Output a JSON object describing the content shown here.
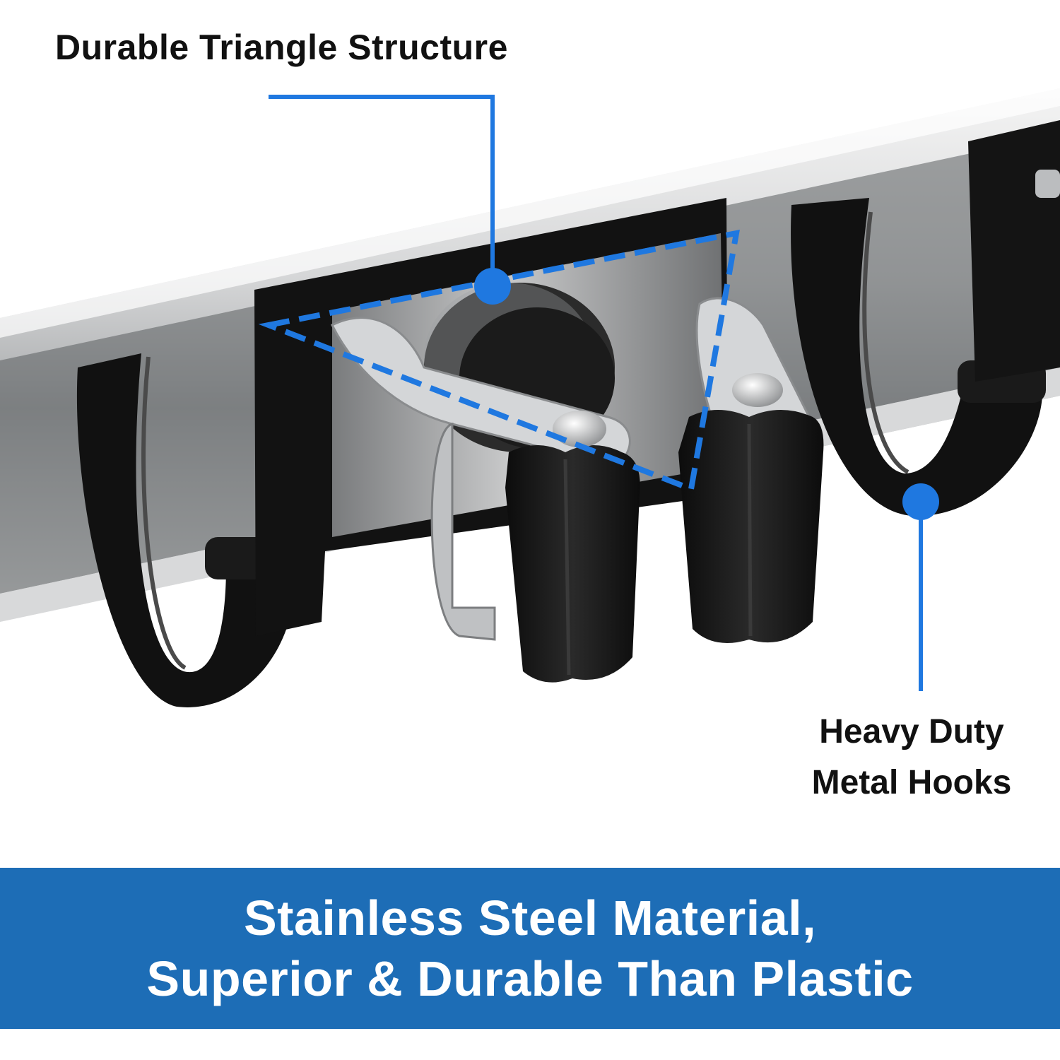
{
  "callouts": {
    "triangle_label": "Durable Triangle Structure",
    "hooks_label_line1": "Heavy Duty",
    "hooks_label_line2": "Metal Hooks"
  },
  "banner": {
    "line1": "Stainless Steel Material,",
    "line2": "Superior & Durable Than Plastic"
  },
  "colors": {
    "accent_blue": "#1f78e0",
    "banner_blue": "#1d6db6",
    "rubber_black": "#151515",
    "steel": "#c9cbcd"
  }
}
